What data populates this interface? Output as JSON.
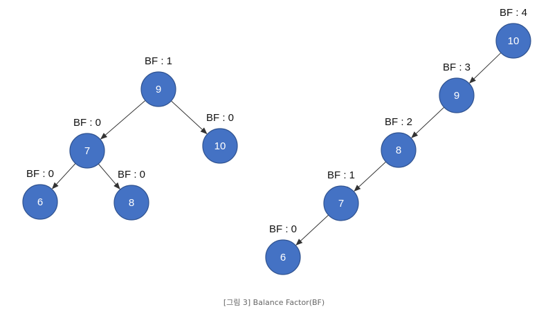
{
  "colors": {
    "node_fill": "#4472c4",
    "node_stroke": "#2f528f",
    "node_text": "#ffffff",
    "label_text": "#111111",
    "edge": "#333333",
    "caption_text": "#666666"
  },
  "trees": [
    {
      "name": "balanced-tree",
      "nodes": [
        {
          "id": "L9",
          "value": "9",
          "bf": "BF : 1"
        },
        {
          "id": "L7",
          "value": "7",
          "bf": "BF : 0"
        },
        {
          "id": "L10",
          "value": "10",
          "bf": "BF : 0"
        },
        {
          "id": "L6",
          "value": "6",
          "bf": "BF : 0"
        },
        {
          "id": "L8",
          "value": "8",
          "bf": "BF : 0"
        }
      ],
      "edges": [
        {
          "from": "L9",
          "to": "L7"
        },
        {
          "from": "L9",
          "to": "L10"
        },
        {
          "from": "L7",
          "to": "L6"
        },
        {
          "from": "L7",
          "to": "L8"
        }
      ]
    },
    {
      "name": "skewed-tree",
      "nodes": [
        {
          "id": "R10",
          "value": "10",
          "bf": "BF : 4"
        },
        {
          "id": "R9",
          "value": "9",
          "bf": "BF : 3"
        },
        {
          "id": "R8",
          "value": "8",
          "bf": "BF : 2"
        },
        {
          "id": "R7",
          "value": "7",
          "bf": "BF : 1"
        },
        {
          "id": "R6",
          "value": "6",
          "bf": "BF : 0"
        }
      ],
      "edges": [
        {
          "from": "R10",
          "to": "R9"
        },
        {
          "from": "R9",
          "to": "R8"
        },
        {
          "from": "R8",
          "to": "R7"
        },
        {
          "from": "R7",
          "to": "R6"
        }
      ]
    }
  ],
  "caption": "[그림 3] Balance Factor(BF)"
}
